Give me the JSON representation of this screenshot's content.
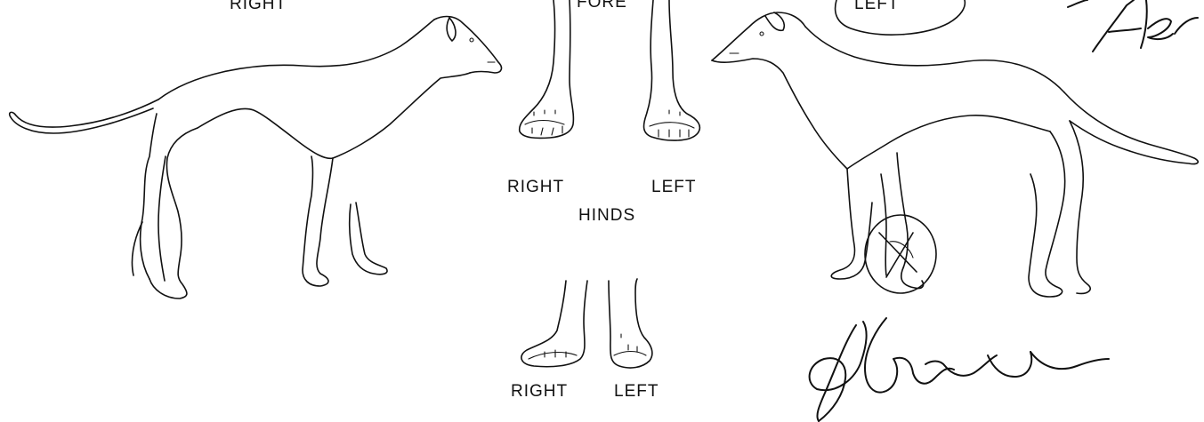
{
  "diagram": {
    "right_side_label": "RIGHT",
    "left_side_label": "LEFT",
    "fore_label": "FORE",
    "fore_right_label": "RIGHT",
    "fore_left_label": "LEFT",
    "hinds_label": "HINDS",
    "hind_right_label": "RIGHT",
    "hind_left_label": "LEFT"
  },
  "signatures": {
    "top_right": "Akers",
    "bottom_right": "J. Garrett"
  },
  "colors": {
    "ink": "#111111",
    "paper": "#ffffff"
  }
}
